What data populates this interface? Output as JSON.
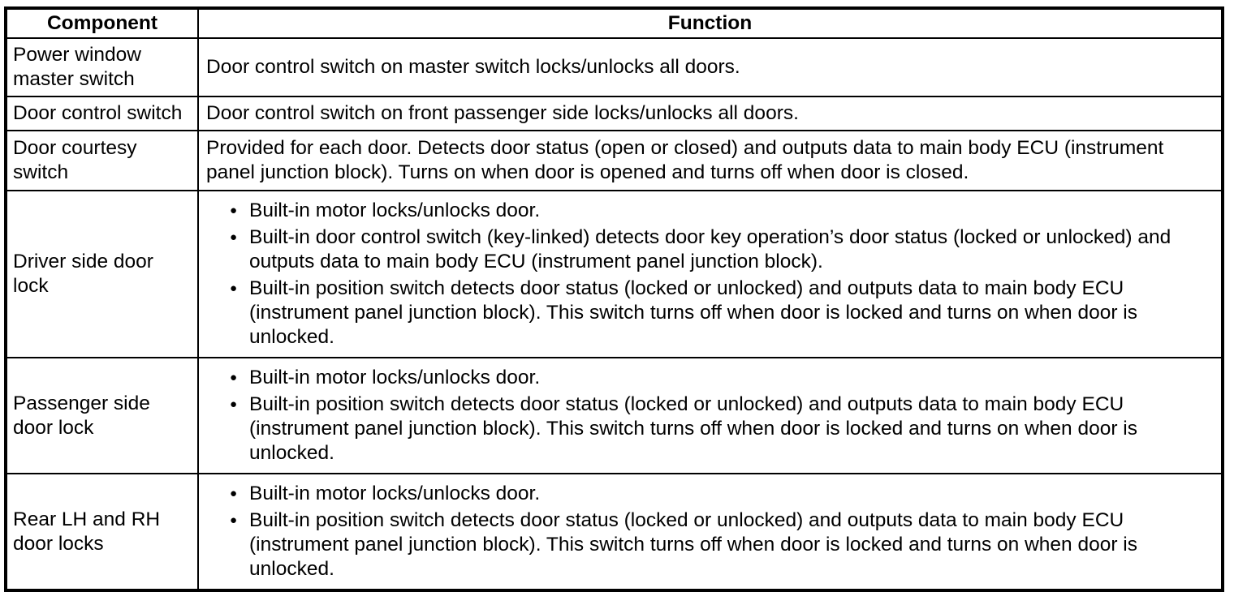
{
  "table": {
    "bullet_glyph": "●",
    "headers": {
      "component": "Component",
      "function": "Function"
    },
    "rows": [
      {
        "component": "Power window master switch",
        "function": "Door control switch on master switch locks/unlocks all doors."
      },
      {
        "component": "Door control switch",
        "function": "Door control switch on front passenger side locks/unlocks all doors."
      },
      {
        "component": "Door courtesy switch",
        "function": "Provided for each door. Detects door status (open or closed) and outputs data to main body ECU (instrument panel junction block). Turns on when door is opened and turns off when door is closed."
      },
      {
        "component": "Driver side door lock",
        "bullets": [
          "Built-in motor locks/unlocks door.",
          "Built-in door control switch (key-linked) detects door key operation’s door status (locked or unlocked) and outputs data to main body ECU (instrument panel junction block).",
          "Built-in position switch detects door status (locked or unlocked) and outputs data to main body ECU (instrument panel junction block). This switch turns off when door is locked and turns on when door is unlocked."
        ]
      },
      {
        "component": "Passenger side door lock",
        "bullets": [
          "Built-in motor locks/unlocks door.",
          "Built-in position switch detects door status (locked or unlocked) and outputs data to main body ECU (instrument panel junction block). This switch turns off when door is locked and turns on when door is unlocked."
        ]
      },
      {
        "component": "Rear LH and RH door locks",
        "bullets": [
          "Built-in motor locks/unlocks door.",
          "Built-in position switch detects door status (locked or unlocked) and outputs data to main body ECU (instrument panel junction block). This switch turns off when door is locked and turns on when door is unlocked."
        ]
      }
    ]
  }
}
